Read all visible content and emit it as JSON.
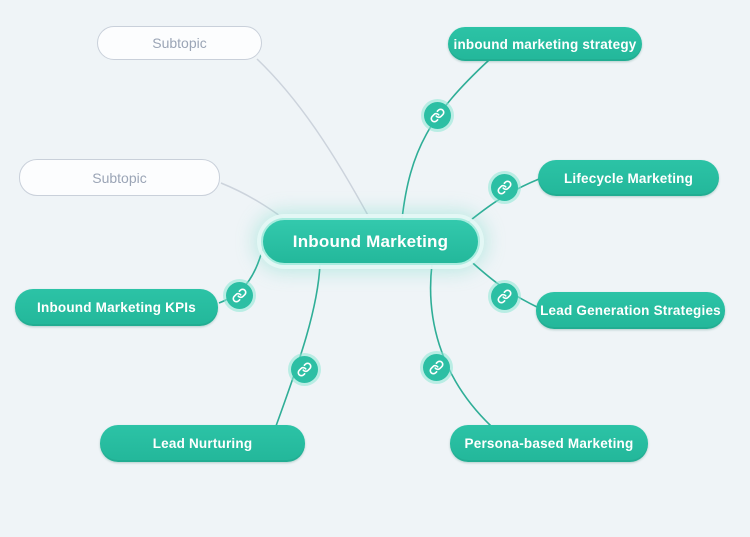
{
  "canvas": {
    "background_color": "#eff4f7",
    "accent_color": "#27bfa3",
    "connector_color": "#2fae97",
    "subtopic_connector_color": "#ccd3dc"
  },
  "central_topic": {
    "label": "Inbound Marketing"
  },
  "topics": [
    {
      "label": "inbound marketing strategy"
    },
    {
      "label": "Lifecycle Marketing"
    },
    {
      "label": "Lead Generation Strategies"
    },
    {
      "label": "Persona-based Marketing"
    },
    {
      "label": "Lead Nurturing"
    },
    {
      "label": "Inbound Marketing KPIs"
    }
  ],
  "subtopics": [
    {
      "label": "Subtopic"
    },
    {
      "label": "Subtopic"
    }
  ],
  "icons": {
    "connector_badge": "link-icon",
    "connector_badge_count": 6
  }
}
